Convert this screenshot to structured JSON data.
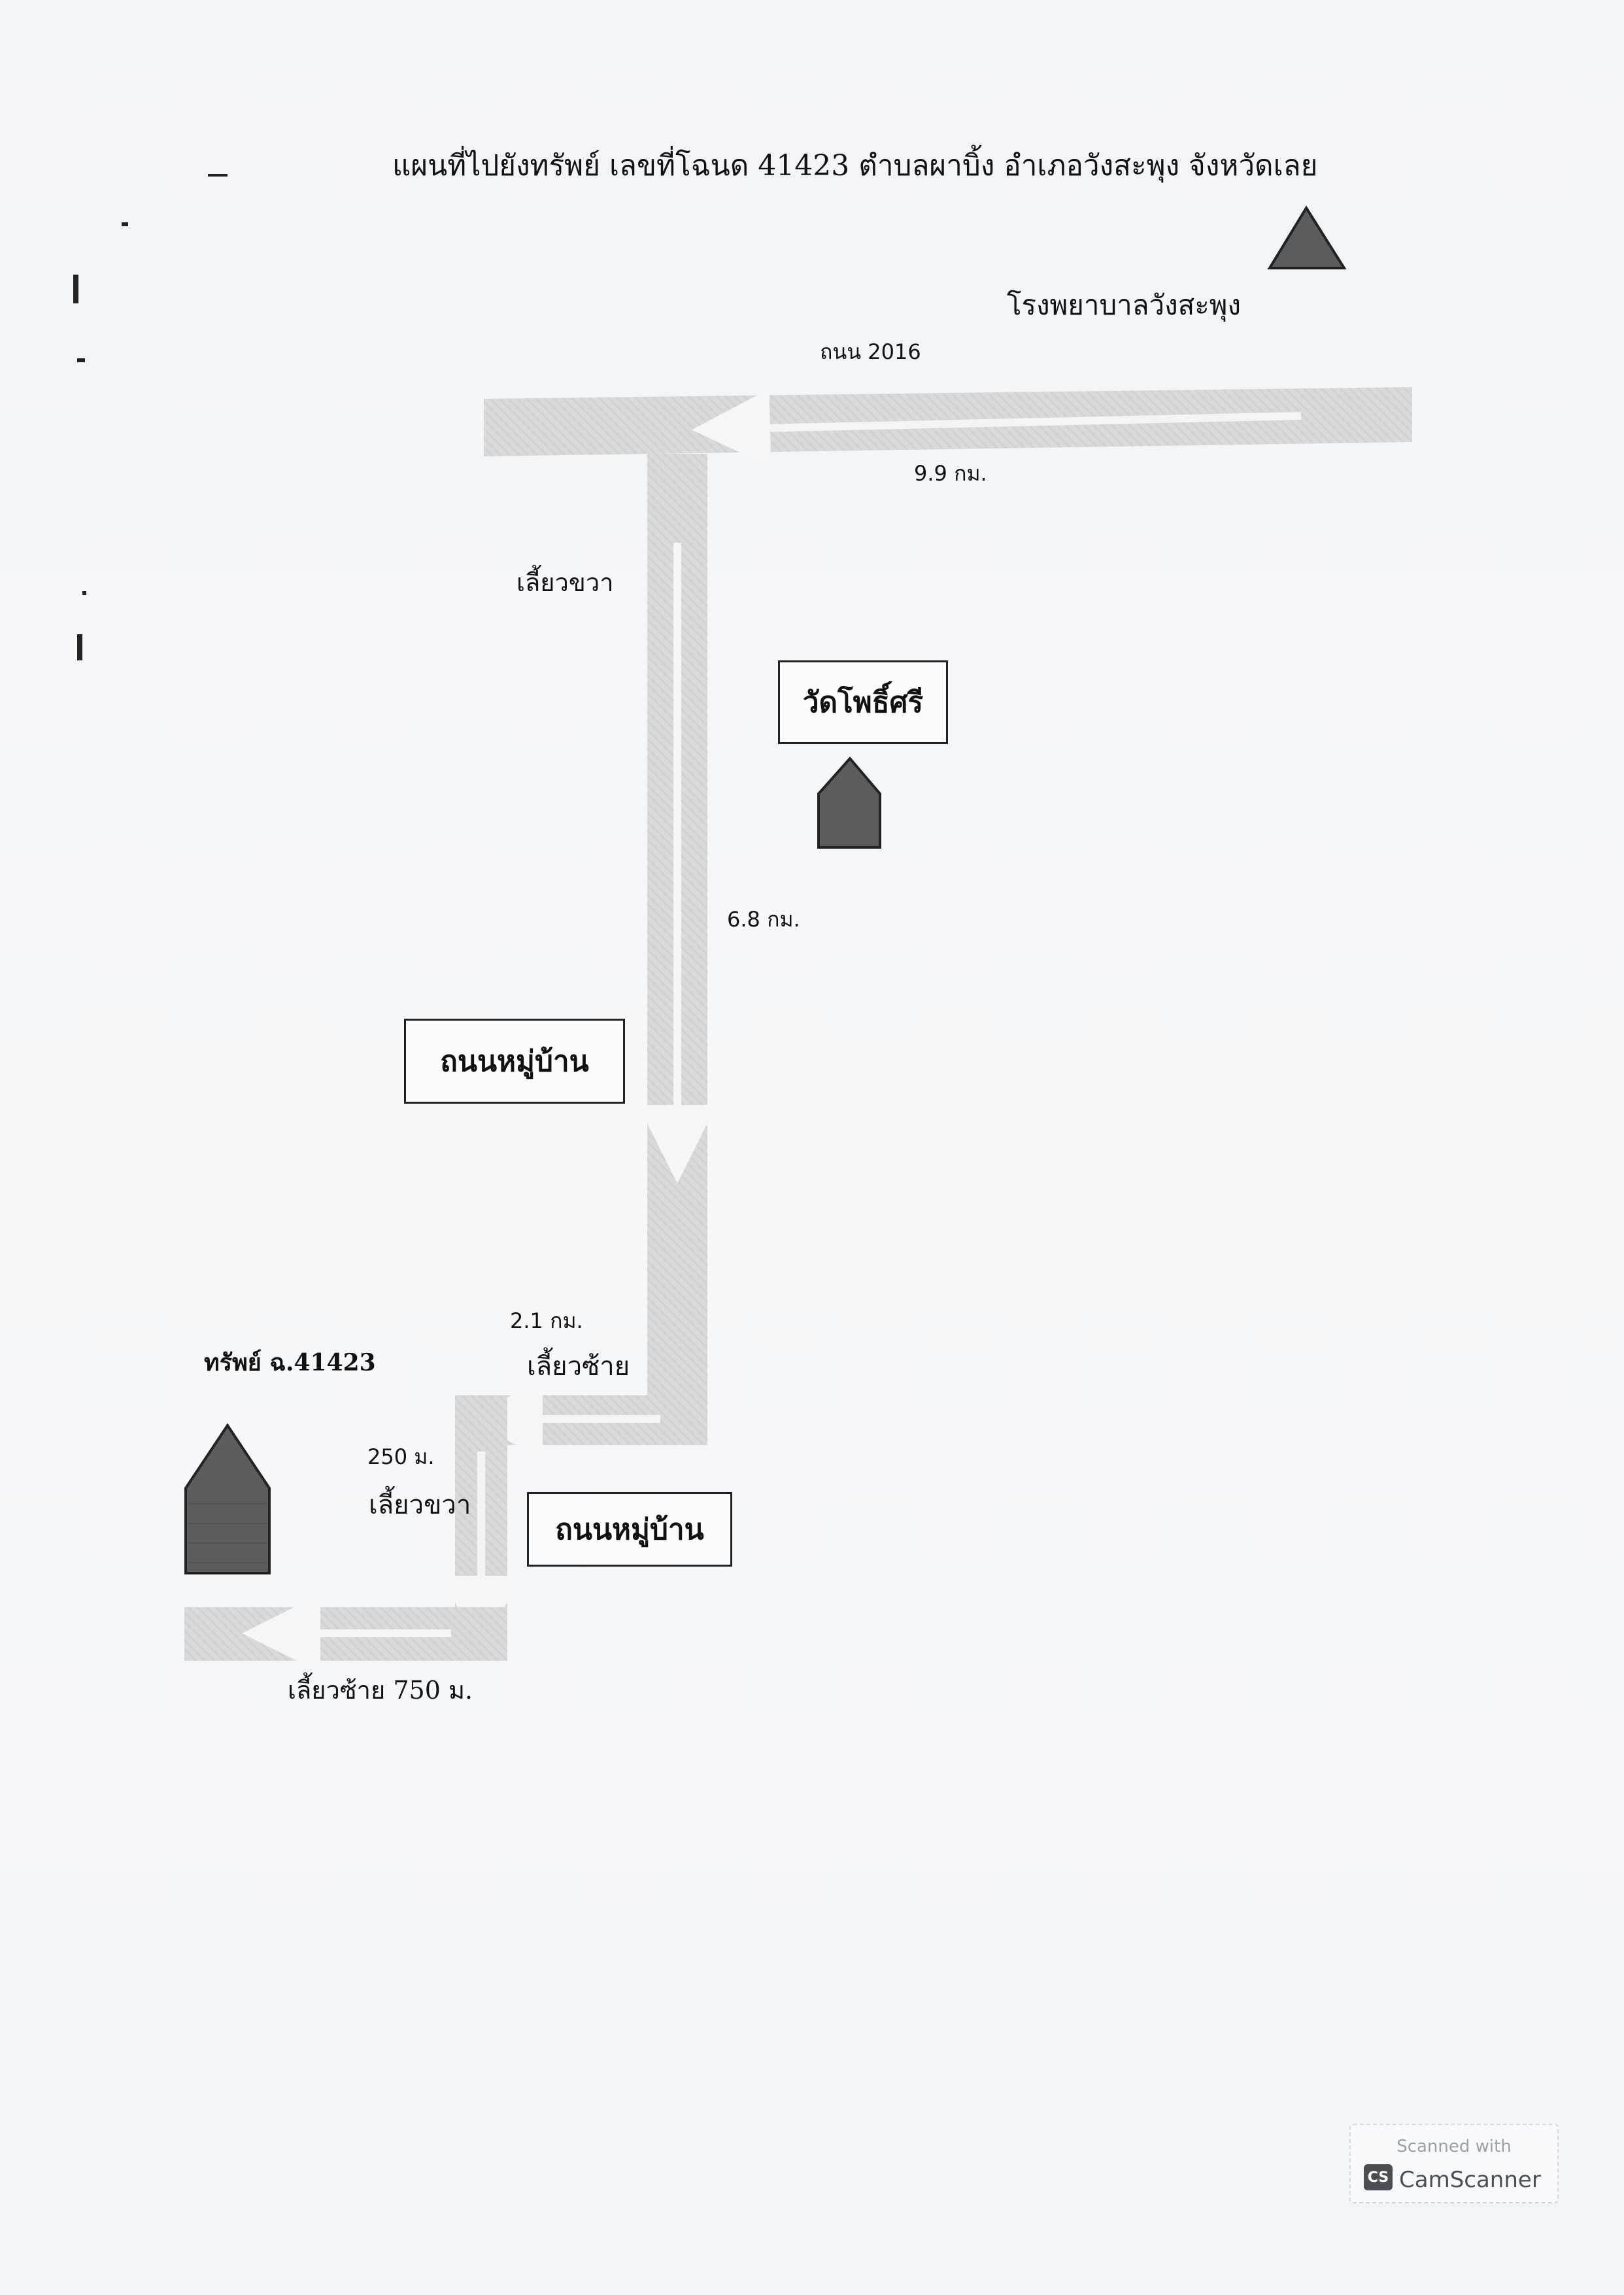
{
  "title": "แผนที่ไปยังทรัพย์ เลขที่โฉนด 41423 ตำบลผาบิ้ง อำเภอวังสะพุง จังหวัดเลย",
  "labels": {
    "hospital": "โรงพยาบาลวังสะพุง",
    "road_2016": "ถนน 2016",
    "dist_9_9": "9.9 กม.",
    "turn_right_1": "เลี้ยวขวา",
    "temple": "วัดโพธิ์ศรี",
    "dist_6_8": "6.8 กม.",
    "village_road_1": "ถนนหมู่บ้าน",
    "dist_2_1": "2.1 กม.",
    "turn_left_1": "เลี้ยวซ้าย",
    "property": "ทรัพย์ ฉ.41423",
    "dist_250": "250 ม.",
    "turn_right_2": "เลี้ยวขวา",
    "village_road_2": "ถนนหมู่บ้าน",
    "turn_left_750": "เลี้ยวซ้าย  750 ม."
  },
  "watermark": {
    "scanned_with": "Scanned with",
    "logo": "CS",
    "app_name": "CamScanner"
  },
  "colors": {
    "road": "#d8d8d8",
    "road_stripe": "#e6e6e6",
    "arrow": "#f4f4f4",
    "marker_fill": "#5c5c5c",
    "marker_stroke": "#222222"
  },
  "icons": {
    "hospital": "triangle-landmark-icon",
    "temple": "house-landmark-icon",
    "property": "house-landmark-icon"
  }
}
